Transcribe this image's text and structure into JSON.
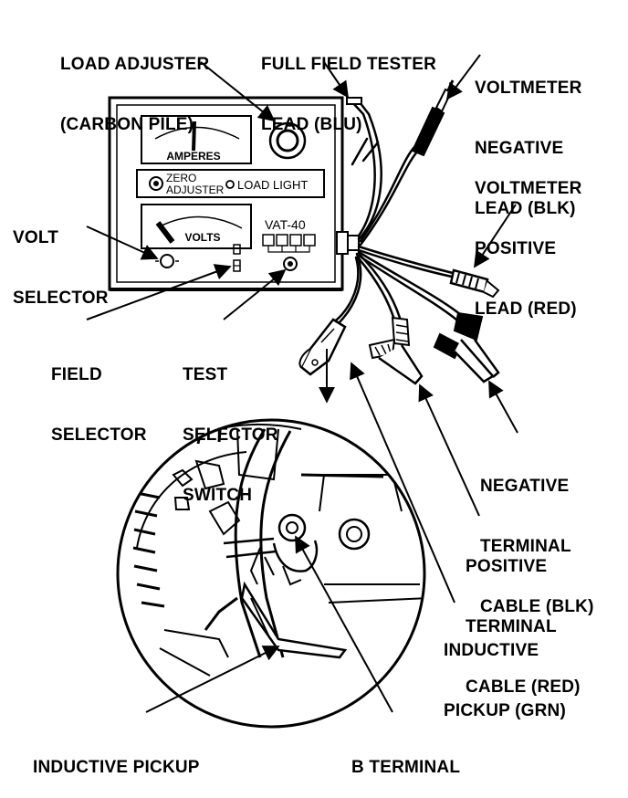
{
  "labels": {
    "load_adjuster": [
      "LOAD ADJUSTER",
      "(CARBON PILE)"
    ],
    "full_field": [
      "FULL FIELD TESTER",
      "LEAD (BLU)"
    ],
    "vm_negative": [
      "VOLTMETER",
      "NEGATIVE",
      "LEAD (BLK)"
    ],
    "vm_positive": [
      "VOLTMETER",
      "POSITIVE",
      "LEAD (RED)"
    ],
    "volt_selector": [
      "VOLT",
      "SELECTOR"
    ],
    "field_selector": [
      "FIELD",
      "SELECTOR"
    ],
    "test_selector": [
      "TEST",
      "SELECTOR",
      "SWITCH"
    ],
    "neg_terminal": [
      "NEGATIVE",
      "TERMINAL",
      "CABLE (BLK)"
    ],
    "pos_terminal": [
      "POSITIVE",
      "TERMINAL",
      "CABLE (RED)"
    ],
    "inductive_grn": [
      "INDUCTIVE",
      "PICKUP (GRN)"
    ],
    "inductive_pickup": [
      "INDUCTIVE PICKUP"
    ],
    "b_terminal": [
      "B TERMINAL"
    ]
  },
  "panel": {
    "amperes": "AMPERES",
    "zero_adjuster": [
      "ZERO",
      "ADJUSTER"
    ],
    "load_light": "LOAD LIGHT",
    "volts": "VOLTS",
    "model": "VAT-40"
  },
  "colors": {
    "ink": "#000000",
    "paper": "#ffffff"
  }
}
